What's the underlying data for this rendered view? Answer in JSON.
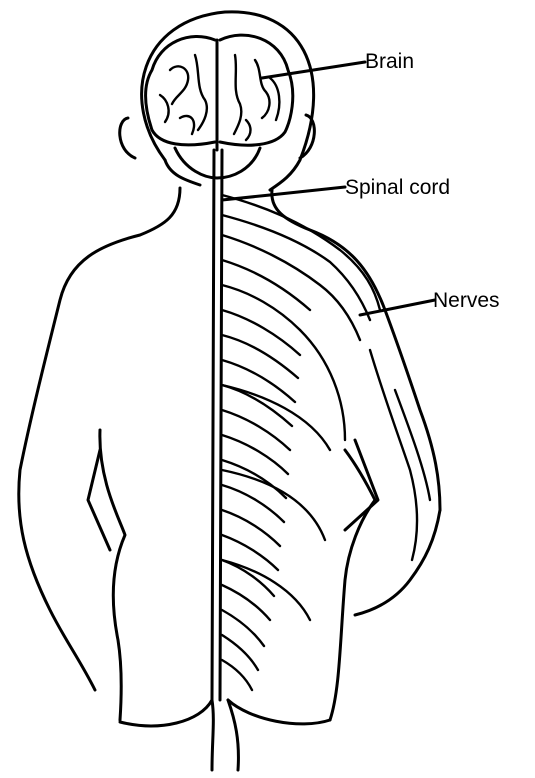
{
  "labels": {
    "brain": "Brain",
    "spinal_cord": "Spinal cord",
    "nerves": "Nerves"
  },
  "colors": {
    "ink": "#000000",
    "background": "#ffffff"
  }
}
